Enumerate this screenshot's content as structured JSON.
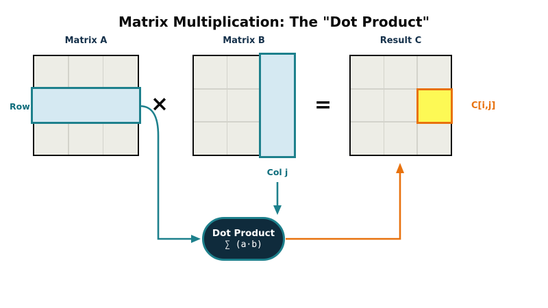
{
  "title": "Matrix Multiplication: The \"Dot Product\"",
  "matrix_a": {
    "label": "Matrix A",
    "rows": 3,
    "cols": 3,
    "row_label": "Row",
    "highlight": {
      "type": "row",
      "index": 1
    }
  },
  "matrix_b": {
    "label": "Matrix B",
    "rows": 3,
    "cols": 3,
    "col_label": "Col j",
    "highlight": {
      "type": "column",
      "index": 2
    }
  },
  "result_c": {
    "label": "Result C",
    "rows": 3,
    "cols": 3,
    "cell_label": "C[i,j]",
    "highlight": {
      "type": "cell",
      "row": 1,
      "col": 2
    }
  },
  "operators": {
    "multiply": "×",
    "equals": "="
  },
  "dot_product": {
    "title": "Dot Product",
    "formula": "∑ (a·b)"
  },
  "colors": {
    "black": "#0a0a0a",
    "navy": "#14304a",
    "teal": "#1d808c",
    "teal_text": "#0f6e7d",
    "dark_node": "#0f2b3c",
    "orange": "#e8720e",
    "yellow": "#fdf955",
    "matrix_fill": "#edede6",
    "grid_line": "#d3d3cb",
    "highlight_blue": "#d5e9f2"
  }
}
